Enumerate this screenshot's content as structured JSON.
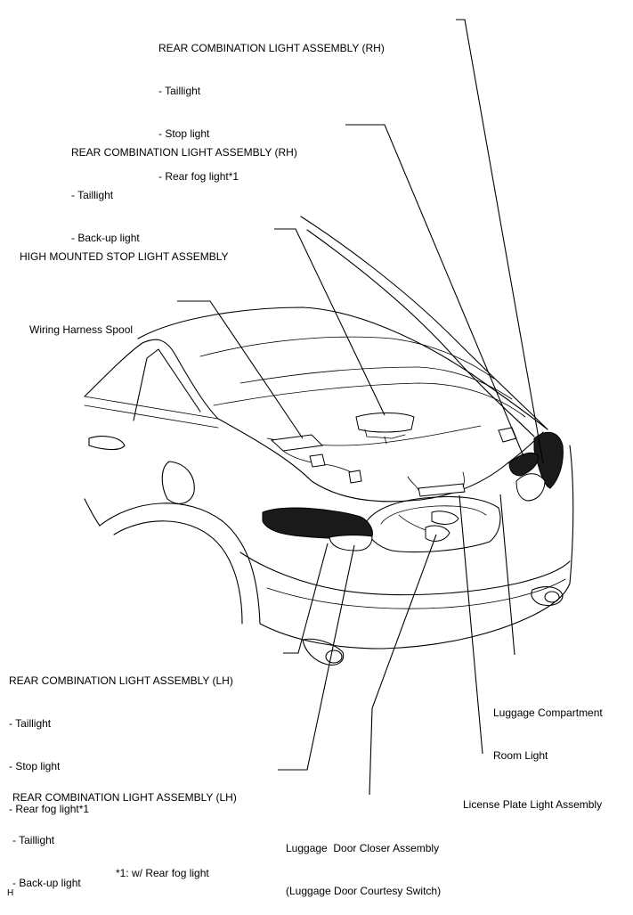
{
  "labels": {
    "rh_upper": {
      "title": "REAR COMBINATION LIGHT ASSEMBLY (RH)",
      "items": [
        "- Taillight",
        "- Stop light",
        "- Rear fog light*1"
      ]
    },
    "rh_lower": {
      "title": "REAR COMBINATION LIGHT ASSEMBLY (RH)",
      "items": [
        "- Taillight",
        "- Back-up light"
      ]
    },
    "high_stop": {
      "title": "HIGH MOUNTED STOP LIGHT ASSEMBLY"
    },
    "spool": {
      "title": "Wiring Harness Spool"
    },
    "lh_upper": {
      "title": "REAR COMBINATION LIGHT ASSEMBLY (LH)",
      "items": [
        "- Taillight",
        "- Stop light",
        "- Rear fog light*1"
      ]
    },
    "lh_lower": {
      "title": "REAR COMBINATION LIGHT ASSEMBLY (LH)",
      "items": [
        "- Taillight",
        "- Back-up light"
      ]
    },
    "luggage_room": {
      "title": "Luggage Compartment",
      "line2": "Room Light"
    },
    "license": {
      "title": "License Plate Light Assembly"
    },
    "closer": {
      "title": "Luggage  Door Closer Assembly",
      "line2": "(Luggage Door Courtesy Switch)"
    }
  },
  "footnote": "*1: w/ Rear fog light",
  "corner_mark": "H"
}
